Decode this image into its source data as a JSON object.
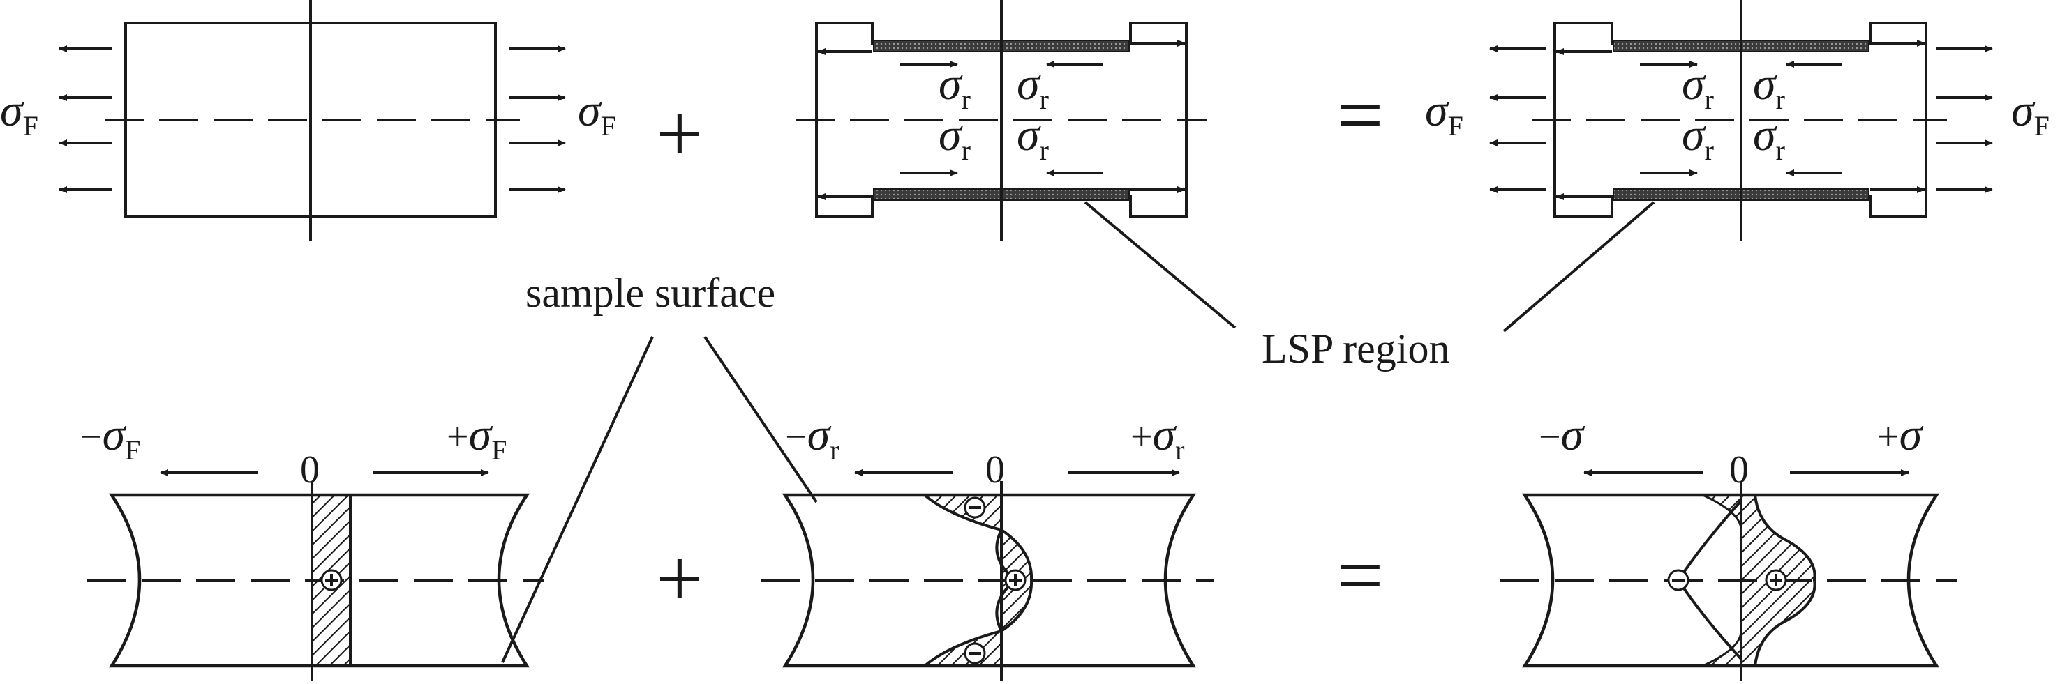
{
  "labels": {
    "sigma": "σ",
    "sub_F": "F",
    "sub_r": "r",
    "neg": "−",
    "pos": "+",
    "zero": "0",
    "plus": "+",
    "equals": "=",
    "minus_sign": "−",
    "plus_sign": "+",
    "sample_surface": "sample surface",
    "lsp_region": "LSP region"
  },
  "colors": {
    "ink": "#1a1a1a",
    "lsp_fill": "#555555"
  }
}
